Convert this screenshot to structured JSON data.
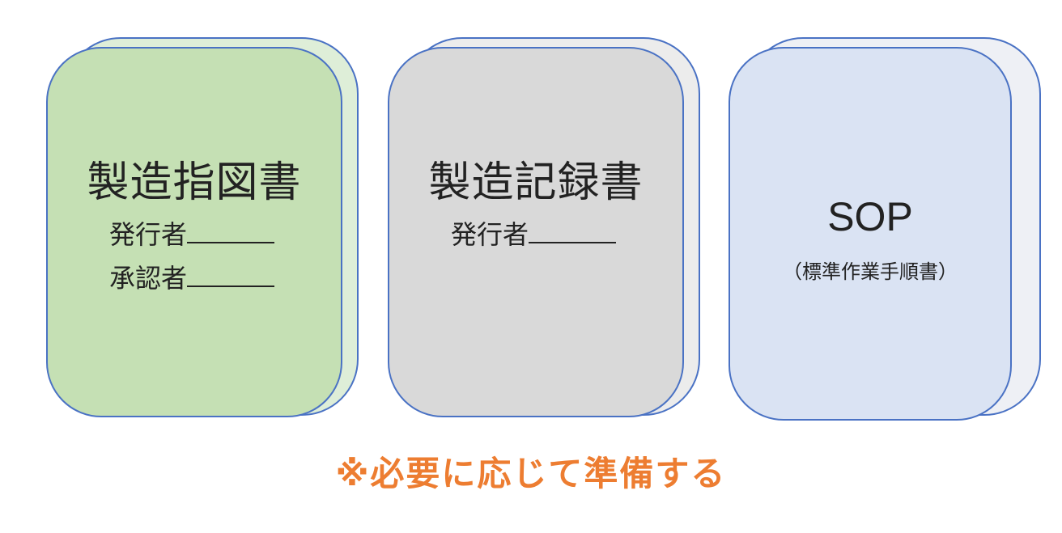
{
  "documents": [
    {
      "title": "製造指図書",
      "lines": [
        {
          "label": "発行者"
        },
        {
          "label": "承認者"
        }
      ]
    },
    {
      "title": "製造記録書",
      "lines": [
        {
          "label": "発行者"
        }
      ]
    },
    {
      "title": "SOP",
      "subtitle": "（標準作業手順書）"
    }
  ],
  "note": "※必要に応じて準備する",
  "colors": {
    "outline": "#4a72c4",
    "green": "#c5e0b4",
    "gray": "#d9d9d9",
    "blue": "#dae3f3",
    "note": "#ed7d31"
  }
}
